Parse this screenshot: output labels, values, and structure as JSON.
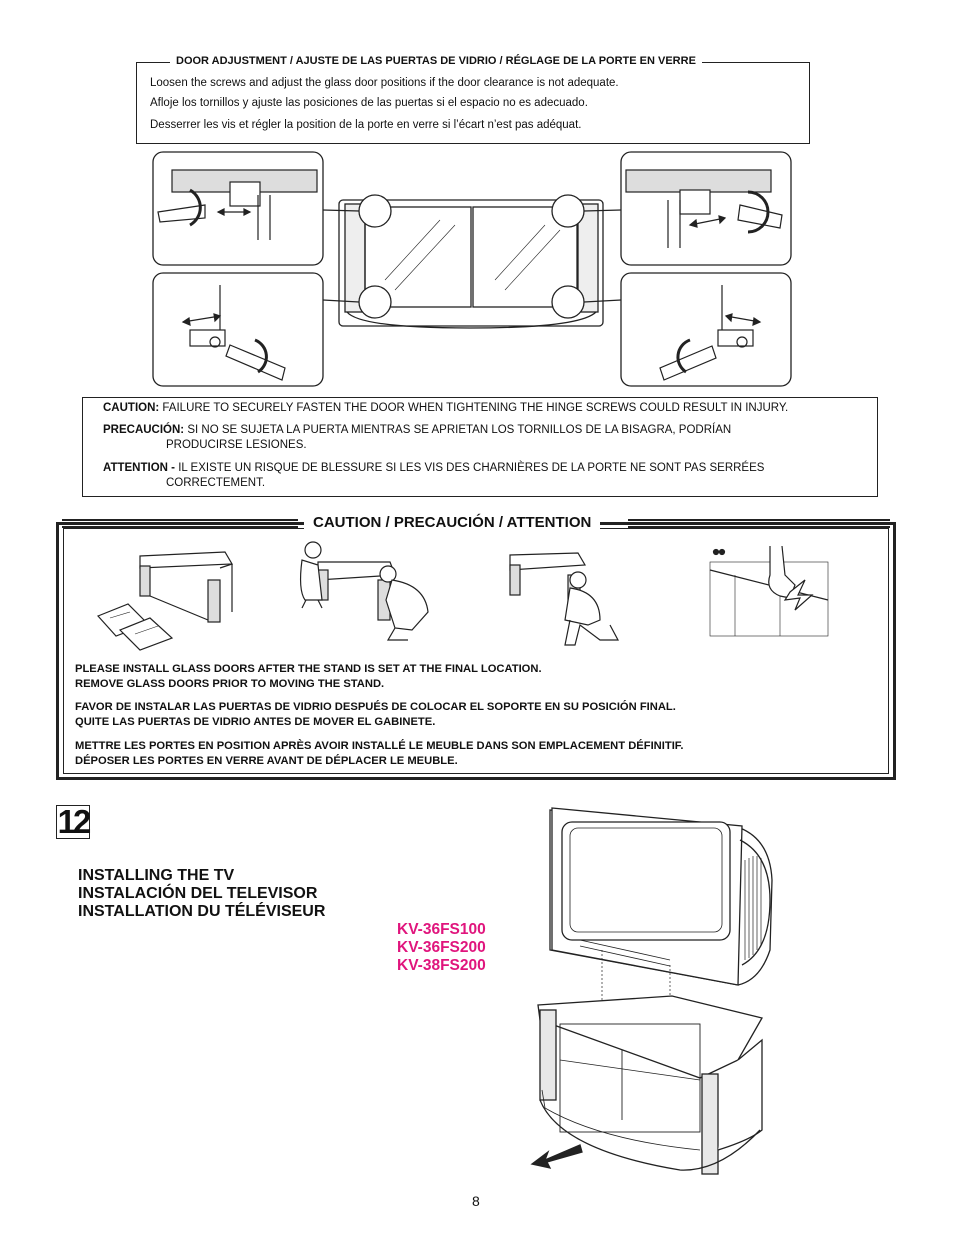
{
  "door_adjustment": {
    "title": "DOOR ADJUSTMENT / AJUSTE DE LAS PUERTAS DE VIDRIO / RÉGLAGE DE LA PORTE EN VERRE",
    "lines": [
      "Loosen the screws and adjust the glass door positions if the door clearance is not adequate.",
      "Afloje los tornillos y ajuste las posiciones de las puertas si el espacio no es adecuado.",
      "Desserrer les vis et régler la position de la porte en verre si l’écart n’est pas adéquat."
    ]
  },
  "caution_hinge": {
    "en_label": "CAUTION:",
    "en_text": "FAILURE TO SECURELY FASTEN THE DOOR WHEN TIGHTENING THE HINGE SCREWS COULD RESULT IN INJURY.",
    "es_label": "PRECAUCIÓN:",
    "es_text_1": "SI NO SE SUJETA LA PUERTA MIENTRAS SE APRIETAN LOS TORNILLOS DE LA BISAGRA, PODRÍAN",
    "es_text_2": "PRODUCIRSE LESIONES.",
    "fr_label": "ATTENTION -",
    "fr_text_1": "IL EXISTE UN RISQUE DE BLESSURE SI LES VIS DES CHARNIÈRES DE LA PORTE NE SONT PAS SERRÉES",
    "fr_text_2": "CORRECTEMENT."
  },
  "caution_install": {
    "title": "CAUTION / PRECAUCIÓN / ATTENTION",
    "lines": [
      "PLEASE INSTALL GLASS DOORS AFTER THE STAND IS SET AT THE FINAL LOCATION.",
      "REMOVE GLASS DOORS PRIOR TO MOVING THE STAND.",
      "FAVOR DE INSTALAR LAS PUERTAS DE VIDRIO DESPUÉS DE COLOCAR EL SOPORTE EN SU POSICIÓN FINAL.",
      "QUITE LAS PUERTAS DE VIDRIO ANTES DE MOVER EL GABINETE.",
      "METTRE LES PORTES EN POSITION APRÈS AVOIR INSTALLÉ LE MEUBLE DANS SON EMPLACEMENT DÉFINITIF.",
      "DÉPOSER LES PORTES EN VERRE AVANT DE DÉPLACER LE MEUBLE."
    ]
  },
  "step": {
    "number": "12",
    "titles": [
      "INSTALLING THE TV",
      "INSTALACIÓN DEL TELEVISOR",
      "INSTALLATION DU TÉLÉVISEUR"
    ],
    "models": [
      "KV-36FS100",
      "KV-36FS200",
      "KV-38FS200"
    ]
  },
  "page_number": "8",
  "colors": {
    "model_accent": "#e0157d"
  }
}
